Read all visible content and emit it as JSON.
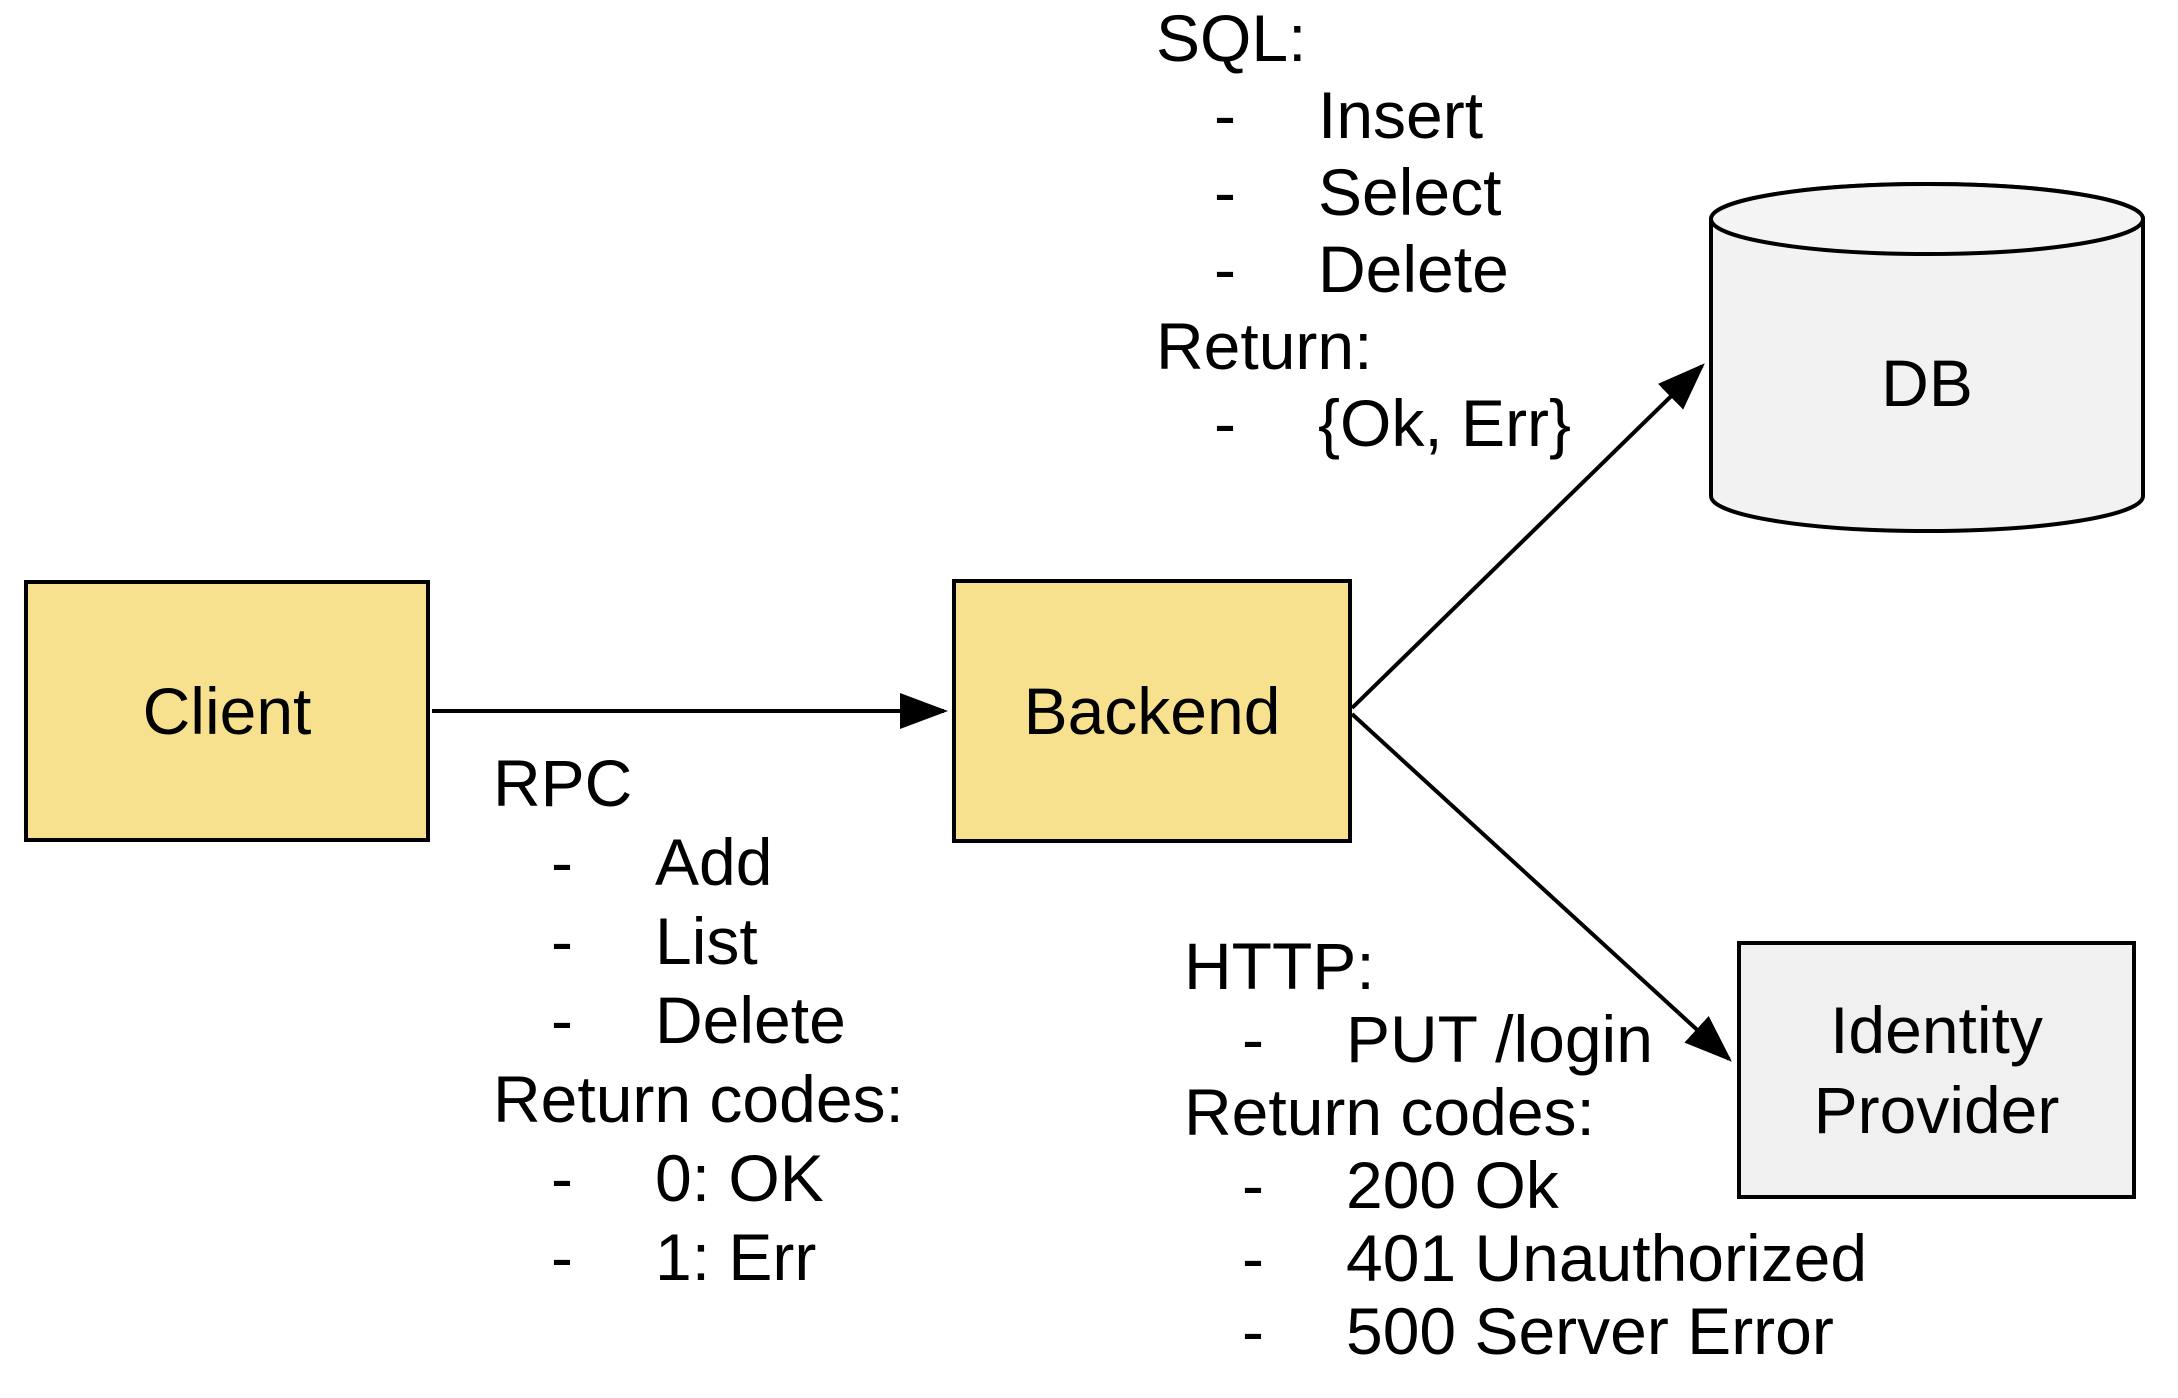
{
  "diagram": {
    "bullet": "-",
    "nodes": {
      "client": {
        "label": "Client"
      },
      "backend": {
        "label": "Backend"
      },
      "db": {
        "label": "DB"
      },
      "identity_provider": {
        "label": "Identity Provider"
      }
    },
    "edges": {
      "rpc": {
        "title": "RPC",
        "operations": [
          "Add",
          "List",
          "Delete"
        ],
        "return_title": "Return codes:",
        "returns": [
          "0: OK",
          "1: Err"
        ]
      },
      "sql": {
        "title": "SQL:",
        "operations": [
          "Insert",
          "Select",
          "Delete"
        ],
        "return_title": "Return:",
        "returns": [
          "{Ok, Err}"
        ]
      },
      "http": {
        "title": "HTTP:",
        "operations": [
          "PUT /login"
        ],
        "return_title": "Return codes:",
        "returns": [
          "200 Ok",
          "401 Unauthorized",
          "500 Server Error"
        ]
      }
    },
    "colors": {
      "node_fill_yellow": "#F7E08E",
      "node_fill_gray": "#F0F0F0",
      "cylinder_fill": "#F2F2F2",
      "stroke": "#000000",
      "background": "#FFFFFF"
    }
  }
}
